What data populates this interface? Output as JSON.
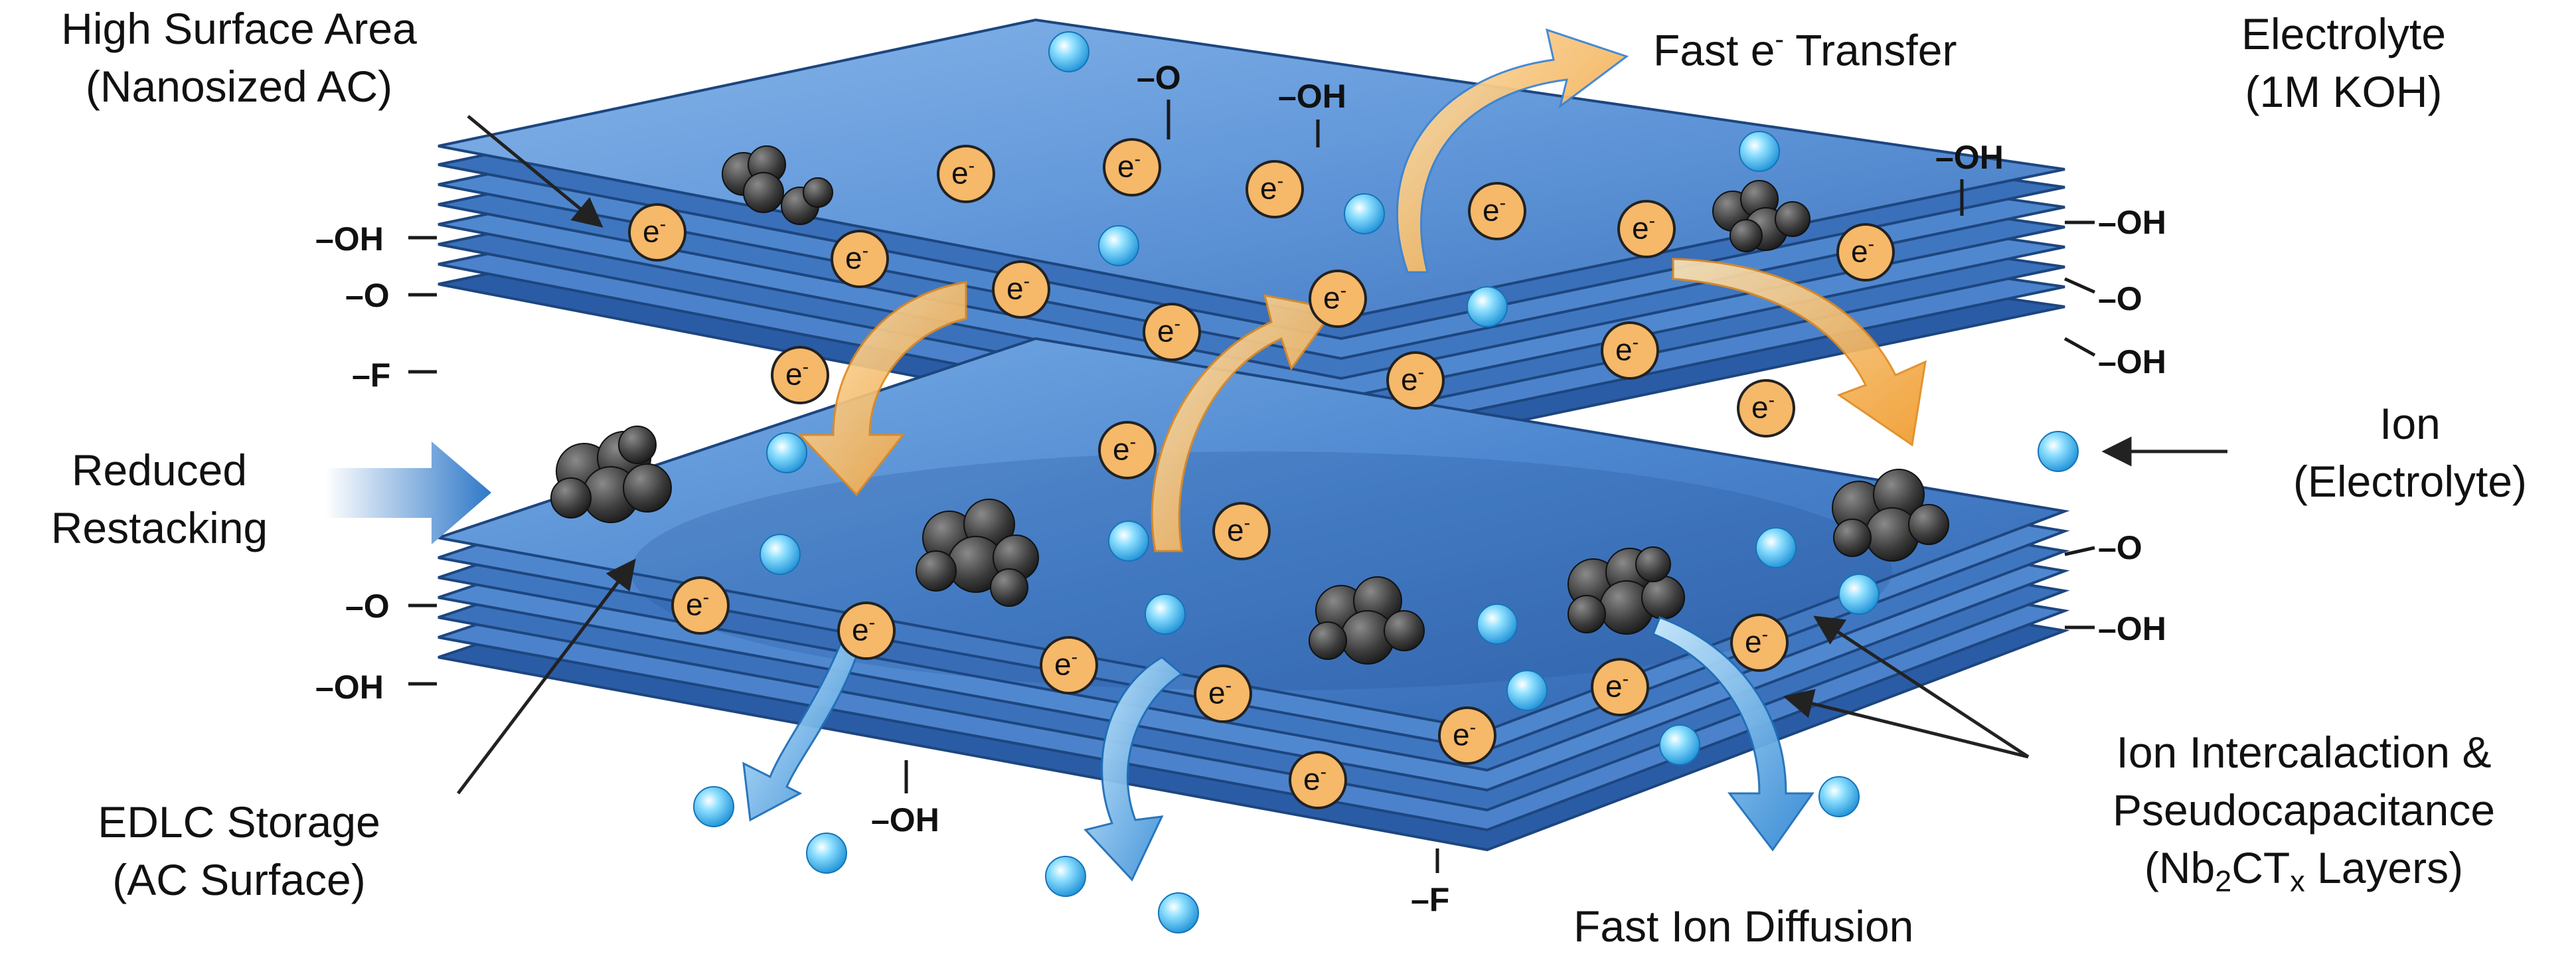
{
  "labels": {
    "high_surface_area": {
      "line1": "High Surface Area",
      "line2": "(Nanosized AC)"
    },
    "fast_e_transfer": {
      "prefix": "Fast e",
      "charge": "-",
      "suffix": " Transfer"
    },
    "electrolyte": {
      "line1": "Electrolyte",
      "line2": "(1M KOH)"
    },
    "reduced_restacking": {
      "line1": "Reduced",
      "line2": "Restacking"
    },
    "ion": {
      "line1": "Ion",
      "line2": "(Electrolyte)"
    },
    "edlc_storage": {
      "line1": "EDLC Storage",
      "line2": "(AC Surface)"
    },
    "ion_intercalation": {
      "line1": "Ion Intercalaction &",
      "line2": "Pseudocapacitance",
      "line3_a": "(Nb",
      "line3_sub1": "2",
      "line3_b": "CT",
      "line3_sub2": "x",
      "line3_c": " Layers)"
    },
    "fast_ion_diffusion": "Fast Ion Diffusion"
  },
  "groups": {
    "top_o": "–O",
    "top_oh": "–OH",
    "right_oh_top": "–OH",
    "left_oh_upper": "–OH",
    "left_o_upper": "–O",
    "left_f": "–F",
    "right_oh_1": "–OH",
    "right_o_1": "–O",
    "right_oh_2": "–OH",
    "left_o_lower": "–O",
    "left_oh_lower": "–OH",
    "right_o_2": "–O",
    "right_oh_3": "–OH",
    "bottom_oh": "–OH",
    "bottom_f": "–F"
  },
  "particles": {
    "electron": "e",
    "electron_charge": "-"
  },
  "colors": {
    "sheet": "#5f95d8",
    "sheet_edge": "#1d467f",
    "electron": "#f6b869",
    "ion": "#1b8fd6",
    "ac_clump": "#3c3c3c",
    "electron_arrow": "#f09a2a",
    "ion_arrow": "#2e86d4"
  }
}
